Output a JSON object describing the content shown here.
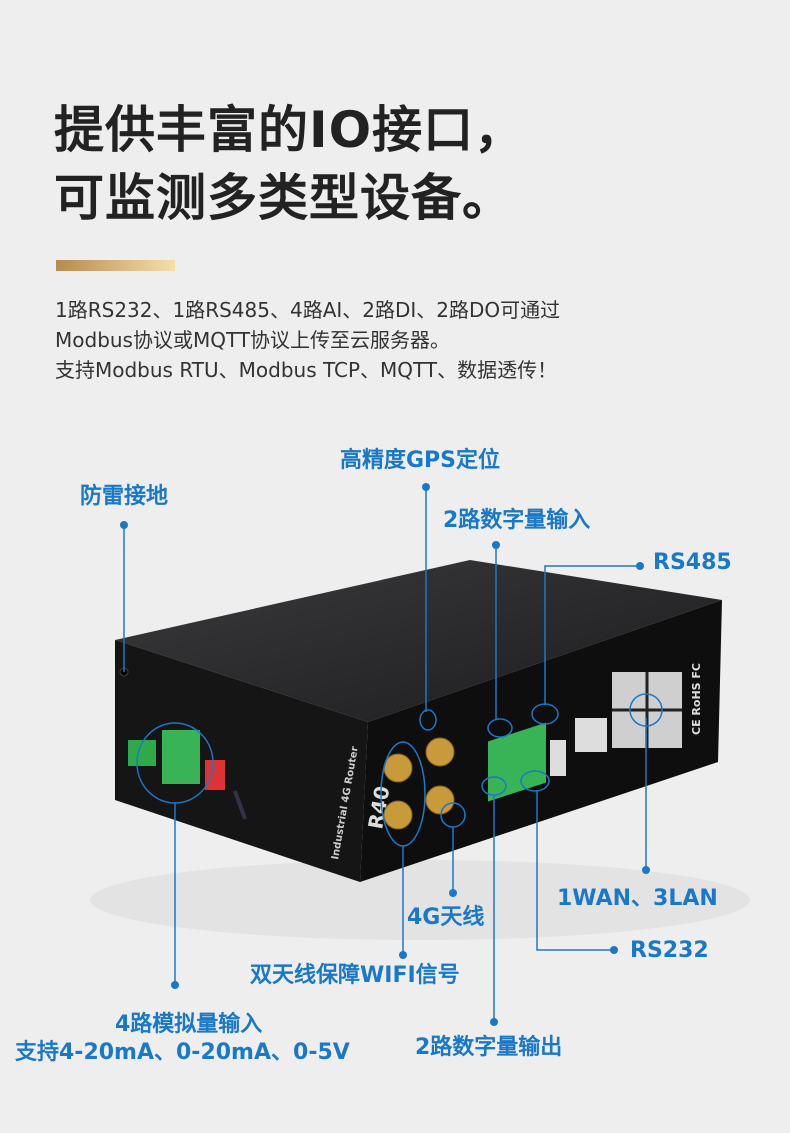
{
  "headline": {
    "line1": "提供丰富的IO接口，",
    "line2": "可监测多类型设备。"
  },
  "description": [
    "1路RS232、1路RS485、4路AI、2路DI、2路DO可通过",
    "Modbus协议或MQTT协议上传至云服务器。",
    "支持Modbus RTU、Modbus TCP、MQTT、数据透传！"
  ],
  "device": {
    "model": "R40",
    "side_text": "Industrial 4G Router",
    "marks": "CE RoHS FC"
  },
  "callouts": {
    "lightning_ground": "防雷接地",
    "gps": "高精度GPS定位",
    "digital_input": "2路数字量输入",
    "rs485": "RS485",
    "wan_lan": "1WAN、3LAN",
    "antenna_4g": "4G天线",
    "rs232": "RS232",
    "wifi_antenna": "双天线保障WIFI信号",
    "analog_input": "4路模拟量输入",
    "analog_range": "支持4-20mA、0-20mA、0-5V",
    "digital_output": "2路数字量输出"
  },
  "colors": {
    "accent": "#1a78c8",
    "gold_start": "#b88a4c",
    "gold_end": "#f6dfaa",
    "background": "#efeeee"
  }
}
